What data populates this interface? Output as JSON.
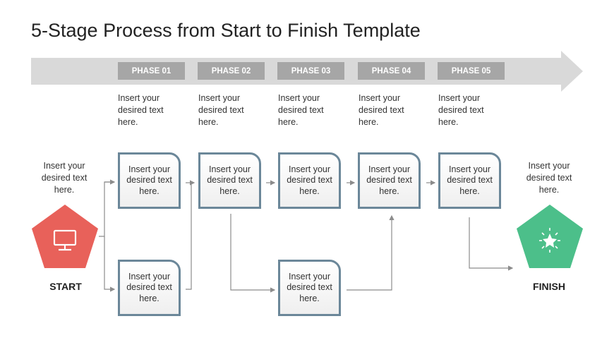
{
  "title": "5-Stage Process from Start to Finish Template",
  "phases": [
    {
      "label": "PHASE 01",
      "description": "Insert your desired text here."
    },
    {
      "label": "PHASE 02",
      "description": "Insert your desired text here."
    },
    {
      "label": "PHASE 03",
      "description": "Insert your desired text here."
    },
    {
      "label": "PHASE 04",
      "description": "Insert your desired text here."
    },
    {
      "label": "PHASE 05",
      "description": "Insert your desired text here."
    }
  ],
  "steps": {
    "phase1_top": "Insert your desired text here.",
    "phase1_bottom": "Insert your desired text here.",
    "phase2": "Insert your desired text here.",
    "phase3_top": "Insert your desired text here.",
    "phase3_bottom": "Insert your desired text here.",
    "phase4": "Insert your desired text here.",
    "phase5": "Insert your desired text here."
  },
  "start": {
    "label": "START",
    "description": "Insert your desired text here.",
    "icon": "monitor-icon",
    "color": "#e8615a"
  },
  "finish": {
    "label": "FINISH",
    "description": "Insert your desired text here.",
    "icon": "star-burst-icon",
    "color": "#4cbf8a"
  },
  "colors": {
    "arrow_band": "#d9d9d9",
    "phase_tag": "#a6a6a6",
    "box_border": "#6b8799",
    "connector": "#8c8c8c"
  }
}
